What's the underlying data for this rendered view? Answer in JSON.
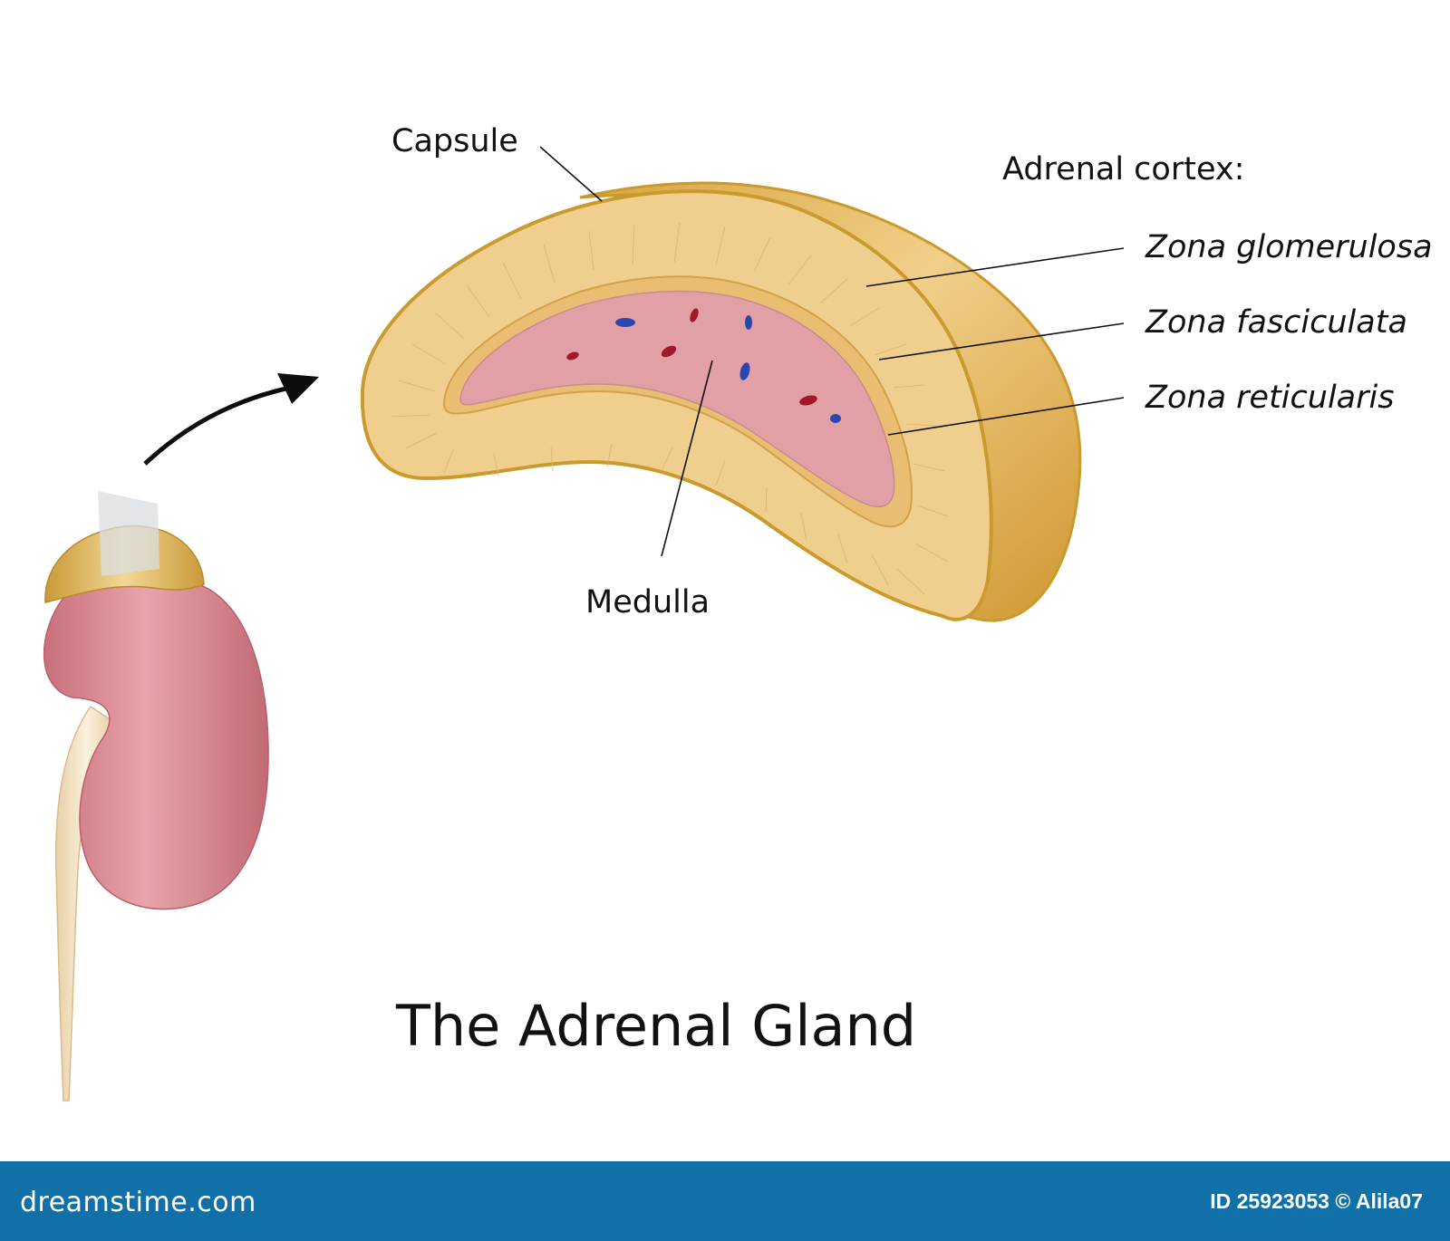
{
  "diagram": {
    "title": "The Adrenal Gland",
    "labels": {
      "capsule": "Capsule",
      "adrenal_cortex": "Adrenal cortex:",
      "zona_glomerulosa": "Zona glomerulosa",
      "zona_fasciculata": "Zona fasciculata",
      "zona_reticularis": "Zona reticularis",
      "medulla": "Medulla"
    },
    "colors": {
      "kidney": "#d6848c",
      "cortex": "#f0cf8e",
      "capsule_outline": "#c99a2e",
      "gland_side": "#d9a640",
      "medulla": "#e0a0a6",
      "vessel_blue": "#2a47b0",
      "vessel_red": "#a0182a",
      "ureter": "#f2e0c2"
    }
  },
  "footer": {
    "site": "dreamstime.com",
    "credit": "ID 25923053 © Alila07",
    "background": "#1170a8"
  }
}
